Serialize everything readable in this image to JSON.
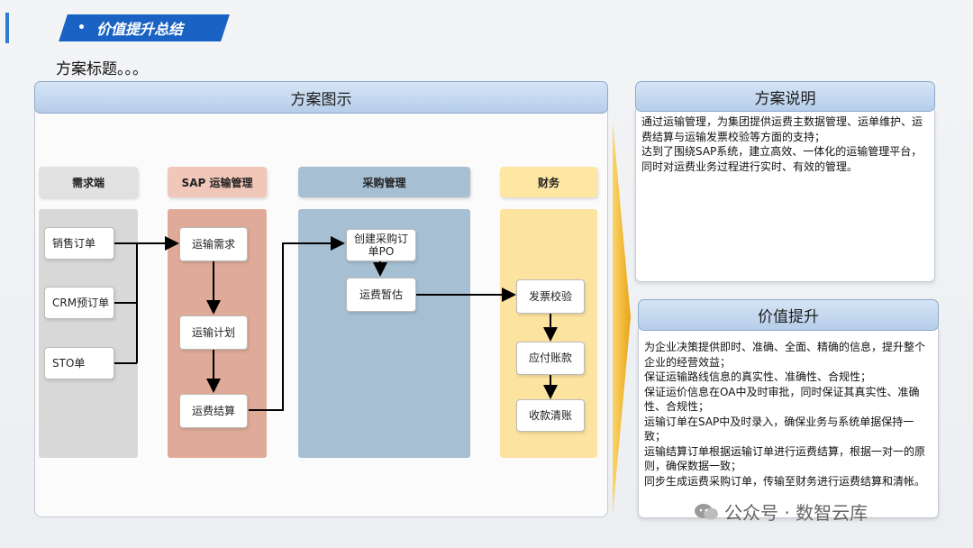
{
  "header": {
    "bullet": "•",
    "title": "价值提升总结"
  },
  "page_subtitle": "方案标题。。。",
  "diagram": {
    "title": "方案图示",
    "columns": [
      {
        "id": "demand",
        "label": "需求端",
        "color": "#e2e2e2"
      },
      {
        "id": "sap",
        "label": "SAP 运输管理",
        "color": "#f1c9bb"
      },
      {
        "id": "purchase",
        "label": "采购管理",
        "color": "#a7c0d4"
      },
      {
        "id": "finance",
        "label": "财务",
        "color": "#fde9a6"
      }
    ],
    "nodes": {
      "sales_order": "销售订单",
      "crm_order": "CRM预订单",
      "sto": "STO单",
      "transport_demand": "运输需求",
      "transport_plan": "运输计划",
      "freight_settlement": "运费结算",
      "create_po": "创建采购订单PO",
      "freight_estimate": "运费暂估",
      "invoice_check": "发票校验",
      "accounts_payable": "应付账款",
      "payment_clearing": "收款清账"
    }
  },
  "description": {
    "title": "方案说明",
    "paragraphs": [
      "通过运输管理，为集团提供运费主数据管理、运单维护、运费结算与运输发票校验等方面的支持；",
      "达到了围绕SAP系统，建立高效、一体化的运输管理平台，同时对运费业务过程进行实时、有效的管理。"
    ]
  },
  "value": {
    "title": "价值提升",
    "paragraphs": [
      "为企业决策提供即时、准确、全面、精确的信息，提升整个企业的经营效益；",
      "保证运输路线信息的真实性、准确性、合规性；",
      "保证运价信息在OA中及时审批，同时保证其真实性、准确性、合规性；",
      "运输订单在SAP中及时录入，确保业务与系统单据保持一致；",
      "运输结算订单根据运输订单进行运费结算，根据一对一的原则，确保数据一致；",
      "同步生成运费采购订单，传输至财务进行运费结算和清帐。"
    ]
  },
  "watermark": "公众号 · 数智云库"
}
